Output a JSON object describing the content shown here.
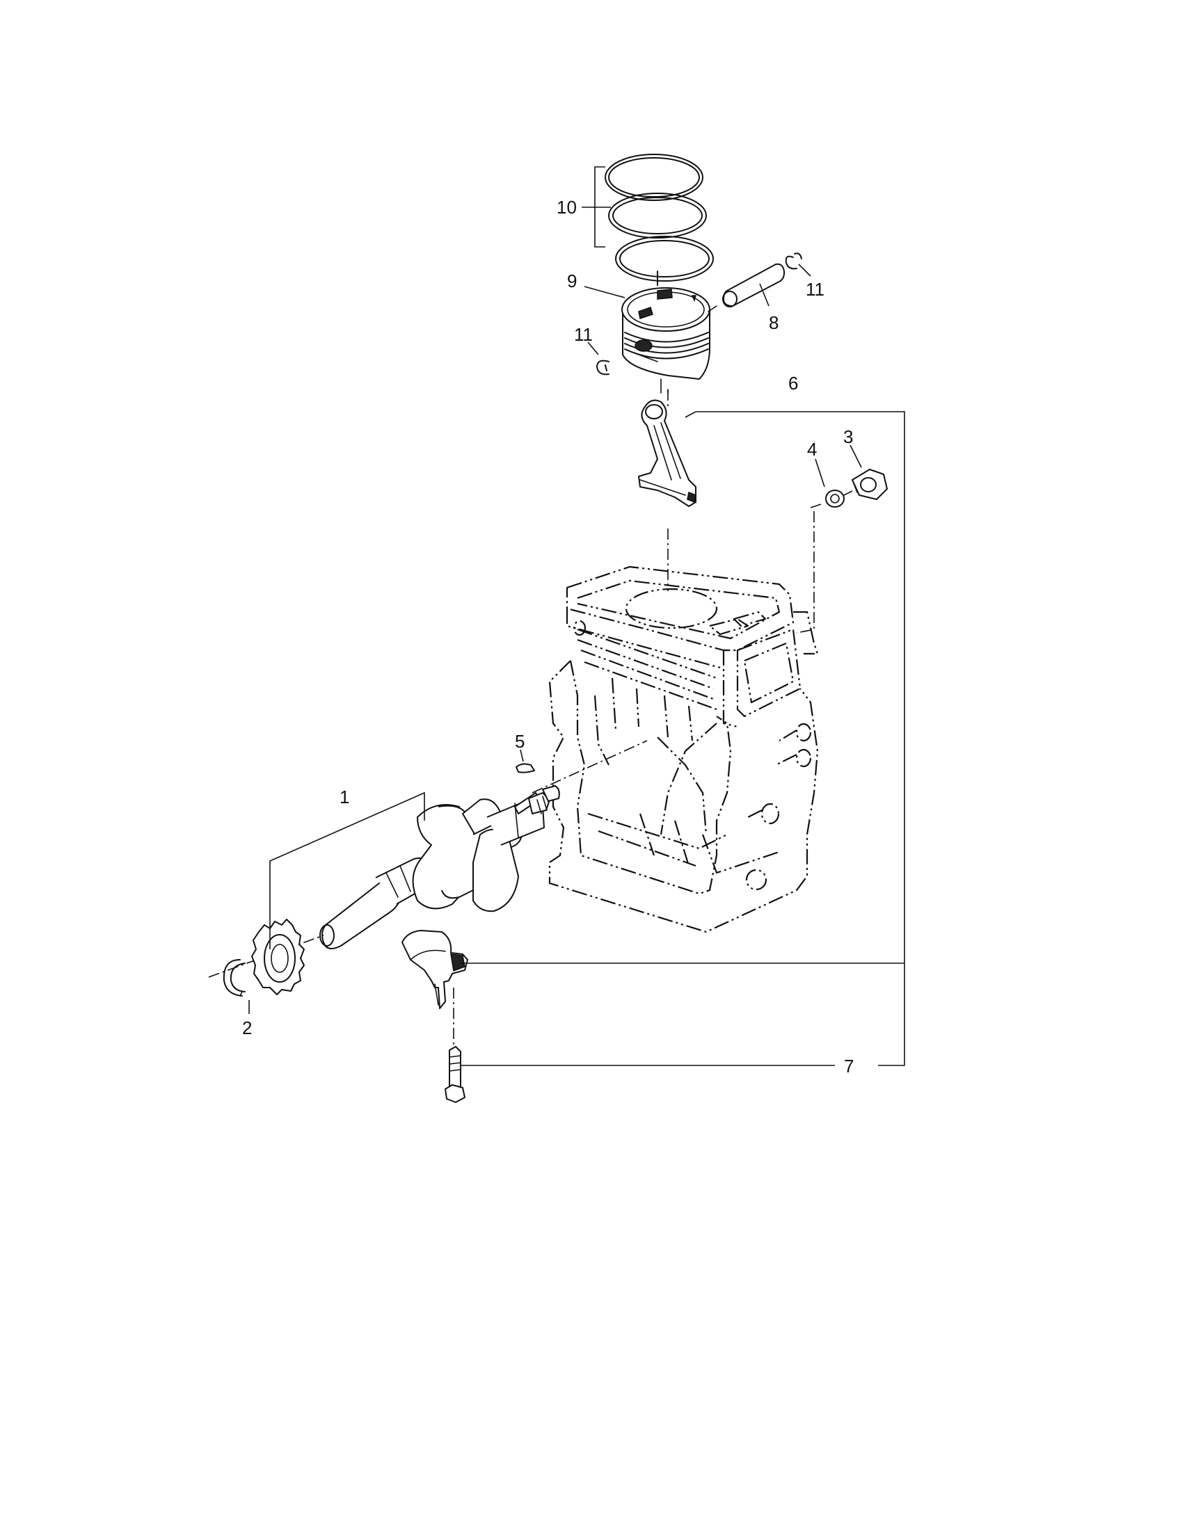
{
  "callouts": [
    {
      "id": "1",
      "label": "1"
    },
    {
      "id": "2",
      "label": "2"
    },
    {
      "id": "3",
      "label": "3"
    },
    {
      "id": "4",
      "label": "4"
    },
    {
      "id": "5",
      "label": "5"
    },
    {
      "id": "6",
      "label": "6"
    },
    {
      "id": "7",
      "label": "7"
    },
    {
      "id": "8",
      "label": "8"
    },
    {
      "id": "9",
      "label": "9"
    },
    {
      "id": "10",
      "label": "10"
    },
    {
      "id": "11a",
      "label": "11"
    },
    {
      "id": "11b",
      "label": "11"
    }
  ]
}
